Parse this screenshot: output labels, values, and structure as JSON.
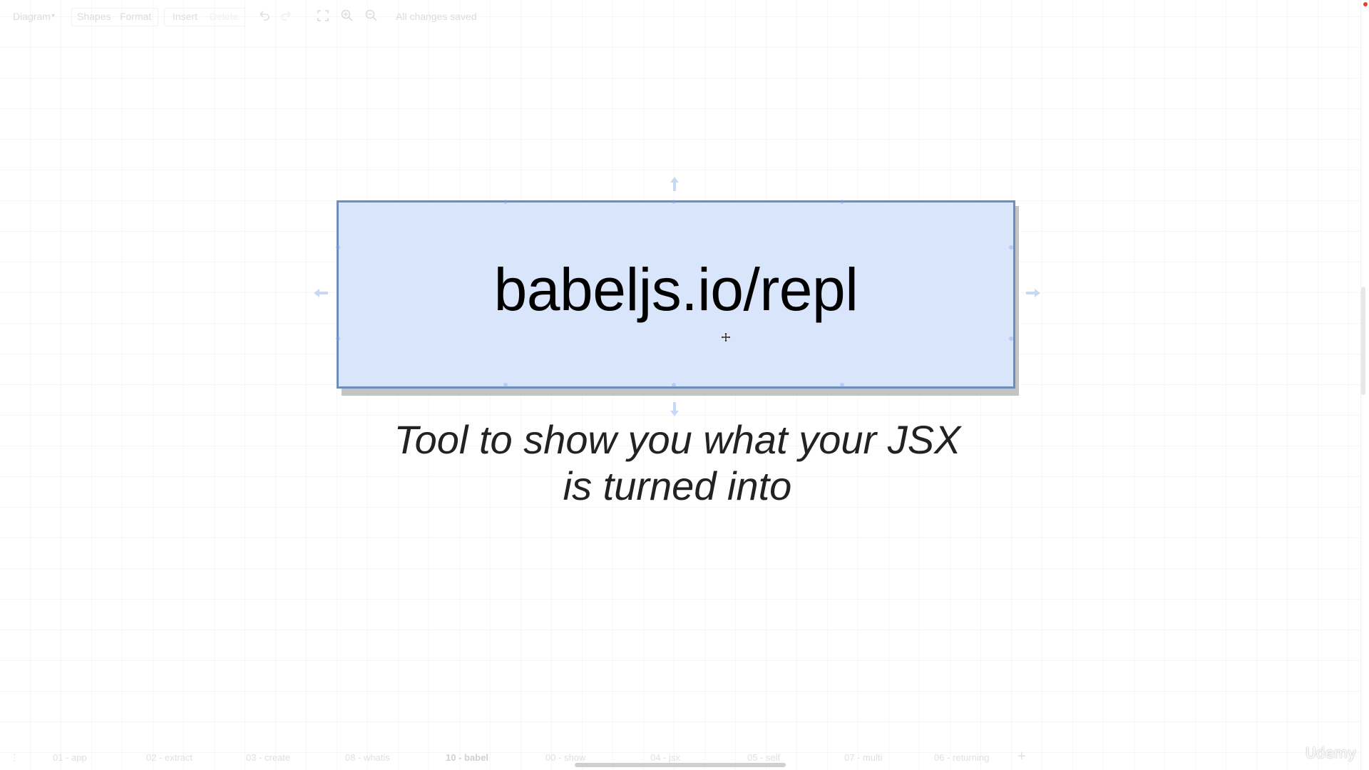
{
  "toolbar": {
    "diagram_menu": "Diagram",
    "shapes_label": "Shapes",
    "format_label": "Format",
    "insert_label": "Insert",
    "delete_label": "Delete",
    "save_status": "All changes saved"
  },
  "canvas": {
    "shape_text": "babeljs.io/repl",
    "caption_line1": "Tool to show you what your JSX",
    "caption_line2": "is turned into",
    "shape_fill": "#d9e5fa",
    "shape_stroke": "#6c8ebf"
  },
  "pages": {
    "tabs": [
      {
        "label": "01 - app"
      },
      {
        "label": "02 - extract"
      },
      {
        "label": "03 - create"
      },
      {
        "label": "08 - whatis"
      },
      {
        "label": "10 - babel"
      },
      {
        "label": "00 - show"
      },
      {
        "label": "04 - jsx"
      },
      {
        "label": "05 - self"
      },
      {
        "label": "07 - multi"
      },
      {
        "label": "06 - returning"
      }
    ],
    "active_tab": "10 - babel"
  },
  "watermark": "Udemy"
}
